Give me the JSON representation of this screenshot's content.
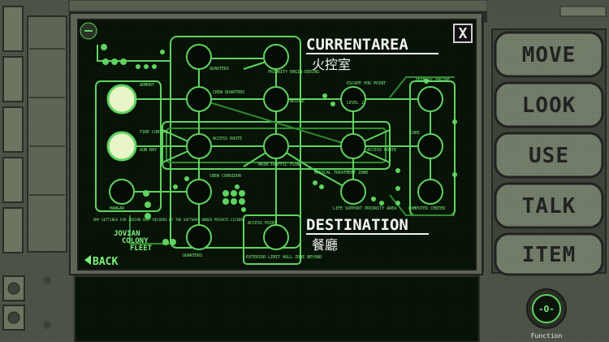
{
  "map": {
    "current_area_label": "CURRENTAREA",
    "current_area_value": "火控室",
    "destination_label": "DESTINATION",
    "destination_value": "餐廳",
    "back_label": "BACK",
    "rooms": {
      "quarters_top": "QUARTERS",
      "priority_engineering": "PRIORITY ENGIN-EERING",
      "crew_quarters": "CREW QUARTERS",
      "bridge": "BRIDGE",
      "escape_pod_point": "ESCAPE POD POINT",
      "level_2": "LEVEL 2",
      "primary_engine": "PRIMARY ENGINE",
      "armory": "ARMORY",
      "fire_control": "FIRE CONTROL",
      "gun_bay": "GUN BAY",
      "access_route": "ACCESS ROUTE",
      "main_traffic": "MAIN TRAFFIC FLOW",
      "access_route_2": "ACCESS ROUTE",
      "core": "CORE",
      "crew_corridor": "CREW CORRIDOR",
      "medical": "MEDICAL TREATMENT ZONE",
      "hangar": "HANGAR",
      "life_support": "LIFE SUPPORT PRIORITY AREA",
      "computer": "COMPUTER CENTER",
      "access_point": "ACCESS POINT",
      "quarters_bottom": "QUARTERS",
      "exterior_limit": "EXTERIOR LIMIT HULL ZONE BEYOND"
    },
    "notice": "MAP SETTINGS FOR JOVIAN SHIP RECORDS BY THE SOFTWARE UNDER PRIVATE LICENSE",
    "logo_line1": "JOVIAN",
    "logo_line2": "COLONY",
    "logo_line3": "FLEET"
  },
  "actions": {
    "move": "MOVE",
    "look": "LOOK",
    "use": "USE",
    "talk": "TALK",
    "item": "ITEM"
  },
  "function_label": "Function",
  "function_glyph": "-O-",
  "close_glyph": "X",
  "colors": {
    "screen_bg": "#061006",
    "trace": "#5fd35f",
    "trace_dark": "#2f8a2f",
    "text": "#7ef07e",
    "panel": "#5a6150",
    "panel_dark": "#3a3f34",
    "button_face": "#727e6a",
    "highlight": "#e8f5c8"
  },
  "icons": {
    "close": "close-icon",
    "back": "back-arrow-icon",
    "function": "function-icon"
  }
}
